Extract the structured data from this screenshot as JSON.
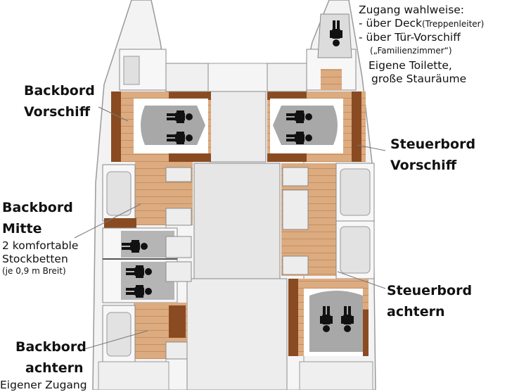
{
  "labels": {
    "access_note": {
      "line1": "Zugang wahlweise:",
      "line2_main": "- über Deck",
      "line2_small": "(Treppenleiter)",
      "line3": "- über Tür-Vorschiff",
      "line4": "(„Familienzimmer“)",
      "line5": "Eigene Toilette,",
      "line6": "große Stauräume"
    },
    "port_forward": {
      "line1": "Backbord",
      "line2": "Vorschiff"
    },
    "starboard_forward": {
      "line1": "Steuerbord",
      "line2": "Vorschiff"
    },
    "port_middle": {
      "line1": "Backbord",
      "line2": "Mitte",
      "line3": "2 komfortable",
      "line4": "Stockbetten",
      "line5": "(je 0,9 m Breit)"
    },
    "starboard_aft": {
      "line1": "Steuerbord",
      "line2": "achtern"
    },
    "port_aft": {
      "line1": "Backbord",
      "line2": "achtern",
      "line3": "Eigener Zugang"
    }
  },
  "colors": {
    "wood": "#d9a77a",
    "dark_wood": "#8a4b22",
    "hull_fill": "#f2f2f2",
    "hull_line": "#9a9a9a",
    "cabin_grey": "#dcdcdc",
    "mattress": "#a8a8a8",
    "person": "#111111"
  }
}
